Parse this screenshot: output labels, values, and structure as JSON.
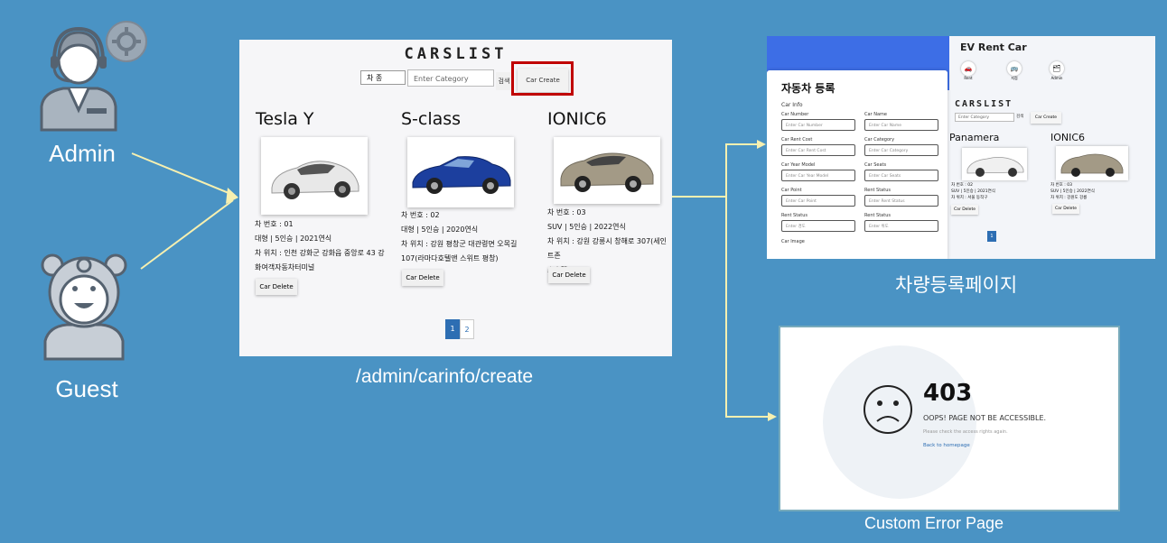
{
  "actors": {
    "admin_label": "Admin",
    "guest_label": "Guest"
  },
  "main_screenshot": {
    "title": "CARSLIST",
    "category_select": "차 종",
    "category_placeholder": "Enter Category",
    "search_label": "검색",
    "create_label": "Car Create",
    "cars": [
      {
        "name": "Tesla Y",
        "line1": "차 번호 : 01",
        "line2": "대형 | 5인승 | 2021연식",
        "line3": "차 위치 : 인천 강화군 강화읍 중앙로 43 강",
        "line4": "화여객자동차터미널",
        "delete": "Car Delete"
      },
      {
        "name": "S-class",
        "line1": "차 번호 : 02",
        "line2": "대형 | 5인승 | 2020연식",
        "line3": "차 위치 : 강원 평창군 대관령면 오목길",
        "line4": "107(라마다호텔앤 스위트 평창)",
        "delete": "Car Delete"
      },
      {
        "name": "IONIC6",
        "line1": "차 번호 : 03",
        "line2": "SUV | 5인승 | 2022연식",
        "line3": "차 위치 : 강원 강릉시 창해로 307(세인트존",
        "line4": "스호텔)",
        "delete": "Car Delete"
      }
    ],
    "pages": [
      "1",
      "2"
    ],
    "caption": "/admin/carinfo/create"
  },
  "registration_screenshot": {
    "form_title": "자동차 등록",
    "section_label": "Car Info",
    "fields": [
      {
        "label": "Car Number",
        "placeholder": "Enter Car Number"
      },
      {
        "label": "Car Name",
        "placeholder": "Enter Car Name"
      },
      {
        "label": "Car Rent Cost",
        "placeholder": "Enter Car Rent Cost"
      },
      {
        "label": "Car Category",
        "placeholder": "Enter Car Category"
      },
      {
        "label": "Car Year Model",
        "placeholder": "Enter Car Year Model"
      },
      {
        "label": "Car Seats",
        "placeholder": "Enter Car Seats"
      },
      {
        "label": "Car Point",
        "placeholder": "Enter Car Point"
      },
      {
        "label": "Rent Status",
        "placeholder": "Enter Rent Status"
      },
      {
        "label": "Rent Status",
        "placeholder": "Enter 경도"
      },
      {
        "label": "Rent Status",
        "placeholder": "Enter 위도"
      }
    ],
    "image_label": "Car Image",
    "app_title": "EV Rent Car",
    "nav": [
      "Rent",
      "지점",
      "Admin"
    ],
    "list_title": "CARSLIST",
    "category_placeholder": "Enter Category",
    "search_label": "검색",
    "create_label": "Car Create",
    "cars": [
      {
        "name": "Panamera",
        "line1": "차 번호 : 02",
        "line2": "SUV | 5인승 | 2021연식",
        "line3": "차 위치 : 서울 동작구",
        "delete": "Car Delete"
      },
      {
        "name": "IONIC6",
        "line1": "차 번호 : 03",
        "line2": "SUV | 5인승 | 2022연식",
        "line3": "차 위치 : 강원도 강릉",
        "delete": "Car Delete"
      }
    ],
    "page": "1",
    "caption": "차량등록페이지"
  },
  "error_screenshot": {
    "code": "403",
    "message": "OOPS! PAGE NOT BE ACCESSIBLE.",
    "hint": "Please check the access rights again.",
    "link": "Back to homepage",
    "caption": "Custom Error Page"
  },
  "colors": {
    "background": "#4a93c4",
    "arrow": "#f7f0b0",
    "highlight": "#c00000",
    "reg_header": "#3d6ee6",
    "page_active": "#2d6eb3"
  }
}
